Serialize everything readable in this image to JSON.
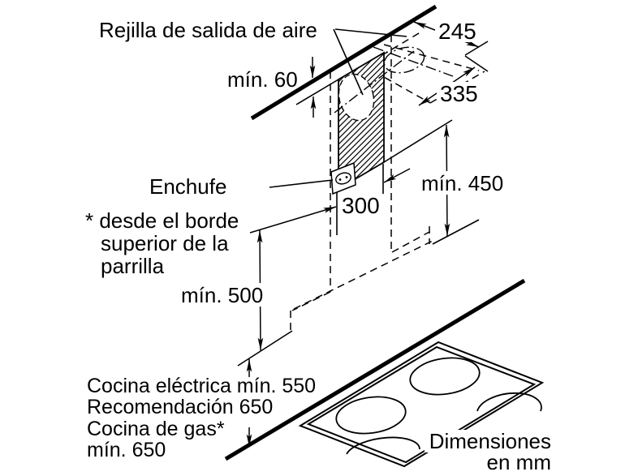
{
  "diagram": {
    "kind": "installation-dimension-drawing",
    "units": "mm",
    "colors": {
      "line": "#000000",
      "background": "#ffffff"
    },
    "texts": {
      "air_grille": "Rejilla de salida de aire",
      "min_60": "mín. 60",
      "dim_245": "245",
      "dim_335": "335",
      "plug": "Enchufe",
      "dim_300": "300",
      "min_450": "mín. 450",
      "min_500": "mín. 500",
      "footnote_1": "* desde el borde",
      "footnote_2": "superior de la",
      "footnote_3": "parrilla",
      "hob_1": "Cocina eléctrica mín. 550",
      "hob_2": "Recomendación 650",
      "hob_3": "Cocina de gas*",
      "hob_4": "mín. 650",
      "units_1": "Dimensiones",
      "units_2": "en mm"
    }
  }
}
